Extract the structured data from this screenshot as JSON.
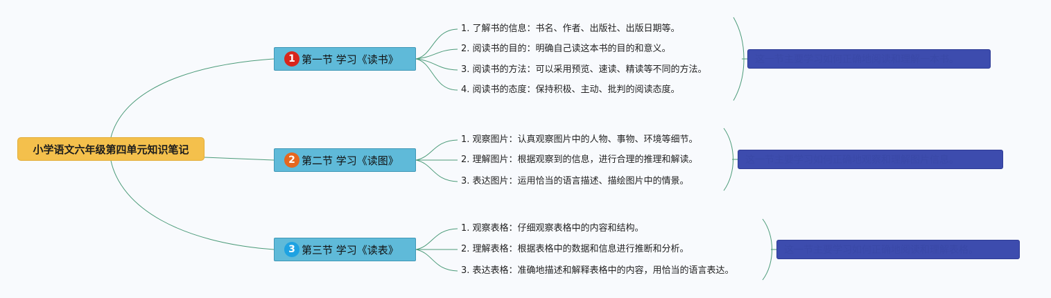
{
  "root": {
    "label": "小学语文六年级第四单元知识笔记",
    "color": "#f4c04c"
  },
  "sections": [
    {
      "badge": "1",
      "badge_color": "#d8261c",
      "title": "第一节 学习《读书》",
      "items": [
        "1. 了解书的信息：书名、作者、出版社、出版日期等。",
        "2. 阅读书的目的：明确自己读这本书的目的和意义。",
        "3. 阅读书的方法：可以采用预览、速读、精读等不同的方法。",
        "4. 阅读书的态度：保持积极、主动、批判的阅读态度。"
      ],
      "summary": "这一节主要学习如何正确地阅读和理解一本书。"
    },
    {
      "badge": "2",
      "badge_color": "#e5671f",
      "title": "第二节 学习《读图》",
      "items": [
        "1. 观察图片：认真观察图片中的人物、事物、环境等细节。",
        "2. 理解图片：根据观察到的信息，进行合理的推理和解读。",
        "3. 表达图片：运用恰当的语言描述、描绘图片中的情景。"
      ],
      "summary": "这一节主要学习如何正确地观察和理解图片信息。"
    },
    {
      "badge": "3",
      "badge_color": "#1ea2e2",
      "title": "第三节 学习《读表》",
      "items": [
        "1. 观察表格：仔细观察表格中的内容和结构。",
        "2. 理解表格：根据表格中的数据和信息进行推断和分析。",
        "3. 表达表格：准确地描述和解释表格中的内容，用恰当的语言表达。"
      ],
      "summary": "这一节主要学习如何正确地阅读和理解表格。"
    }
  ],
  "colors": {
    "connector": "#4a9a78",
    "summary_box": "#3d4cae",
    "section_box": "#5fbad9"
  }
}
